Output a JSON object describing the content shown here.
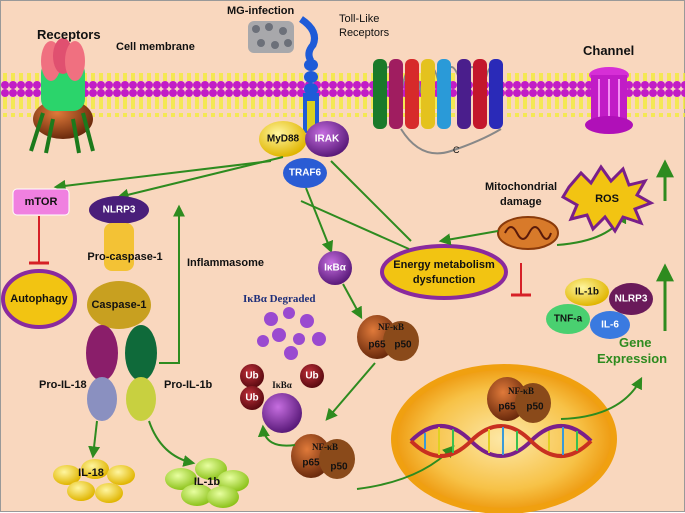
{
  "labels": {
    "receptors": "Receptors",
    "cell_membrane": "Cell membrane",
    "mg_infection": "MG-infection",
    "toll_like": "Toll-Like",
    "receptors2": "Receptors",
    "channel": "Channel",
    "myd88": "MyD88",
    "irak": "IRAK",
    "traf6": "TRAF6",
    "c_terminal": "C",
    "mtor": "mTOR",
    "autophagy": "Autophagy",
    "nlrp3_top": "NLRP3",
    "pro_caspase": "Pro-caspase-1",
    "caspase": "Caspase-1",
    "inflammasome": "Inflammasome",
    "pro_il18": "Pro-IL-18",
    "pro_il1b": "Pro-IL-1b",
    "il18": "IL-18",
    "il1b": "IL-1b",
    "ikba": "IκBα",
    "ikba_degraded": "IκBα Degraded",
    "ub": "Ub",
    "ikba_small": "IκBα",
    "nfkb": "NF-κB",
    "p65": "p65",
    "p50": "p50",
    "energy": "Energy metabolism",
    "dysfunction": "dysfunction",
    "mito": "Mitochondrial",
    "damage": "damage",
    "ros": "ROS",
    "il1b_gene": "IL-1b",
    "nlrp3_gene": "NLRP3",
    "tnfa": "TNF-a",
    "il6": "IL-6",
    "gene": "Gene",
    "expression": "Expression"
  },
  "colors": {
    "background": "#f9d7be",
    "arrow_green": "#2e8b1f",
    "inhibit_red": "#d62027",
    "membrane_purple": "#c21cc6",
    "membrane_yellow": "#f3ee31",
    "nucleus": "#f2a820"
  }
}
